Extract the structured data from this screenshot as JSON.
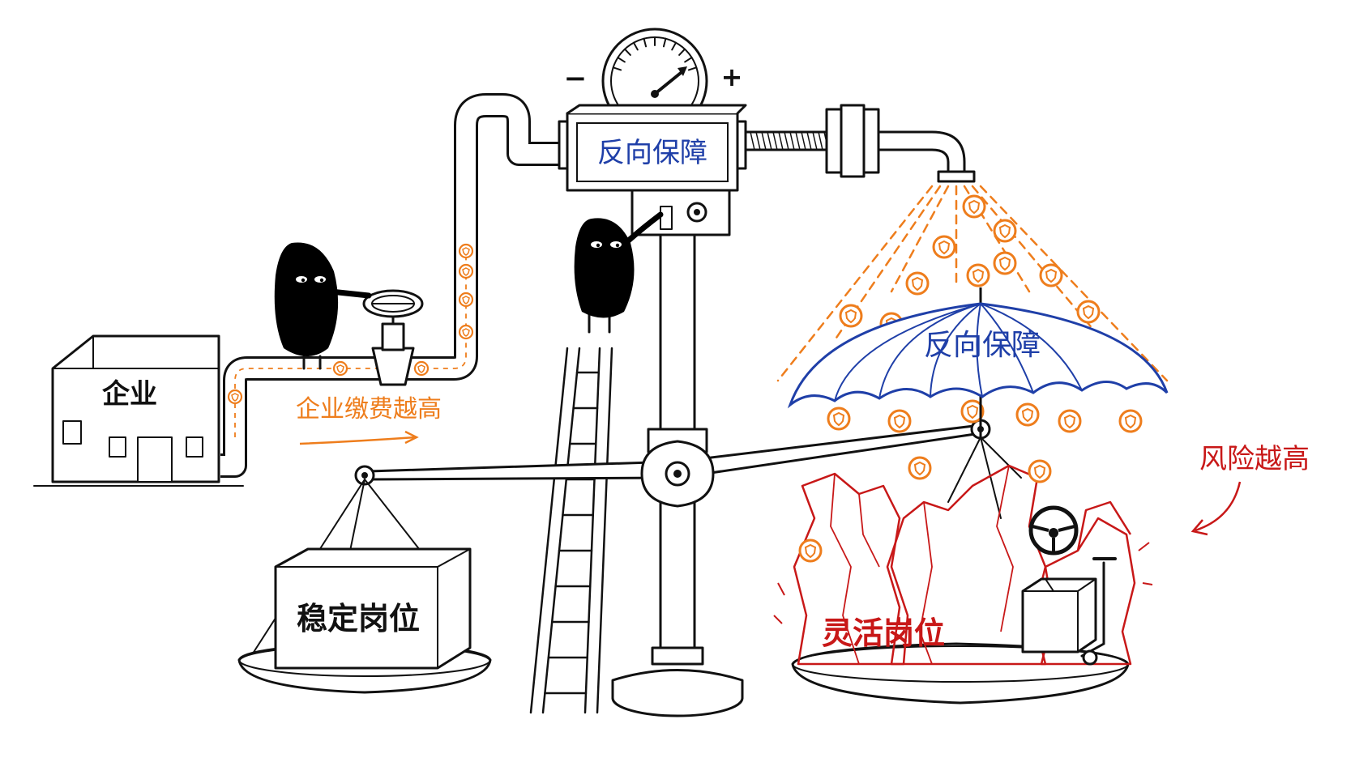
{
  "labels": {
    "enterprise": "企业",
    "enterprise_pay": "企业缴费越高",
    "reverse_guarantee_box": "反向保障",
    "reverse_guarantee_umbrella": "反向保障",
    "stable_job": "稳定岗位",
    "flexible_job": "灵活岗位",
    "higher_risk": "风险越高",
    "gauge_minus": "−",
    "gauge_plus": "+"
  },
  "colors": {
    "ink": "#111111",
    "orange_accent": "#ee7d1c",
    "blue_accent": "#1f3fa8",
    "red_accent": "#c81818",
    "character_fill": "#000000"
  },
  "icons": {
    "coin": "shield-coin-icon",
    "steering_wheel": "steering-wheel-icon",
    "package": "package-box-icon",
    "hand_truck": "hand-truck-icon"
  }
}
